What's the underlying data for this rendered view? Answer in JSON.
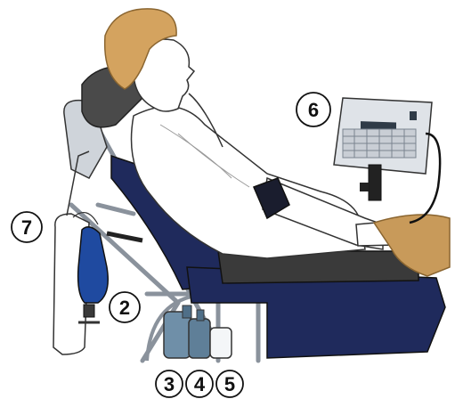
{
  "callouts": [
    {
      "id": "c7",
      "label": "7"
    },
    {
      "id": "c2",
      "label": "2"
    },
    {
      "id": "c6",
      "label": "6"
    },
    {
      "id": "c3",
      "label": "3"
    },
    {
      "id": "c4",
      "label": "4"
    },
    {
      "id": "c5",
      "label": "5"
    }
  ],
  "colors": {
    "skin": "#ffffff",
    "hair": "#d4a35f",
    "navy": "#1f2a5c",
    "dark_gray": "#3a3a3a",
    "headrest": "#4a4a4a",
    "frame": "#9aa3ad",
    "device": "#dfe3e8",
    "bag_blue": "#1f4aa0",
    "bottle": "#6f8fa8",
    "blanket": "#c89a5a"
  }
}
